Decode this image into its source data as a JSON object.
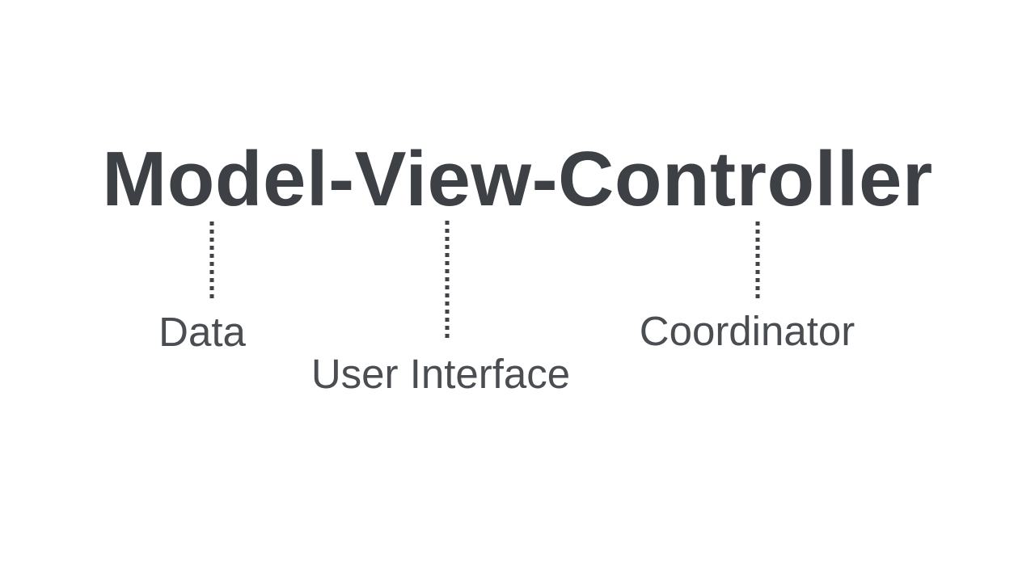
{
  "colors": {
    "background": "#ffffff",
    "title": "#3d4045",
    "label": "#4a4d52",
    "connector": "#3f4246"
  },
  "diagram": {
    "title": "Model-View-Controller",
    "annotations": [
      {
        "term": "Model",
        "label": "Data"
      },
      {
        "term": "View",
        "label": "User Interface"
      },
      {
        "term": "Controller",
        "label": "Coordinator"
      }
    ]
  }
}
